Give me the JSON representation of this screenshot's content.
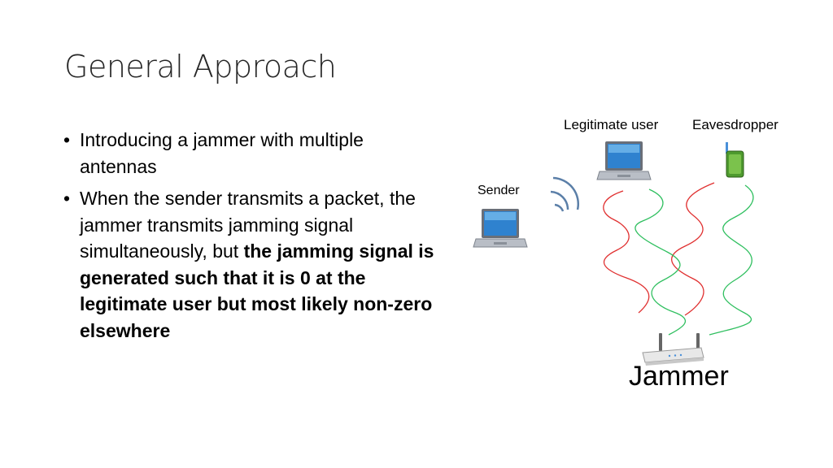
{
  "slide": {
    "title": "General Approach",
    "bullets": [
      {
        "marker": "•",
        "text": "Introducing a jammer with multiple antennas",
        "bold_text": ""
      },
      {
        "marker": "•",
        "text": "When the sender transmits a packet, the jammer transmits jamming signal simultaneously, but ",
        "bold_text": "the jamming signal is generated such that it is 0 at the legitimate user but most likely non-zero elsewhere"
      }
    ]
  },
  "diagram": {
    "labels": {
      "legitimate_user": "Legitimate user",
      "eavesdropper": "Eavesdropper",
      "sender": "Sender",
      "jammer": "Jammer"
    },
    "icons": [
      "laptop-icon",
      "phone-icon",
      "router-icon",
      "wireless-signal-icon"
    ],
    "colors": {
      "red_wave": "#e03030",
      "green_wave": "#2fbf5f",
      "signal_arcs": "#5b7fa8"
    }
  }
}
